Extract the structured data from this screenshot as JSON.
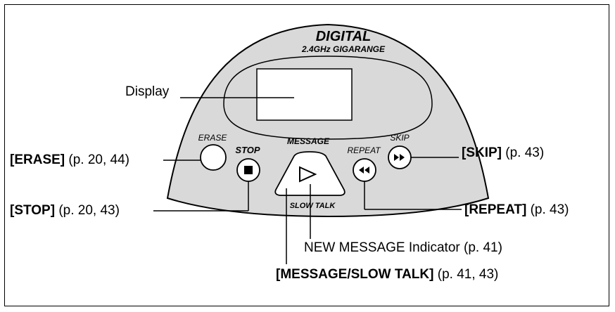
{
  "device": {
    "brand_line1": "DIGITAL",
    "brand_line2": "2.4GHz GIGARANGE",
    "buttons": {
      "erase": "ERASE",
      "stop": "STOP",
      "message": "MESSAGE",
      "slow_talk": "SLOW TALK",
      "repeat": "REPEAT",
      "skip": "SKIP"
    }
  },
  "callouts": {
    "display": {
      "text": "Display"
    },
    "erase": {
      "key": "[ERASE]",
      "ref": " (p. 20, 44)"
    },
    "stop": {
      "key": "[STOP]",
      "ref": " (p. 20, 43)"
    },
    "skip": {
      "key": "[SKIP]",
      "ref": " (p. 43)"
    },
    "repeat": {
      "key": "[REPEAT]",
      "ref": " (p. 43)"
    },
    "new_message": {
      "text": "NEW MESSAGE Indicator (p. 41)"
    },
    "message_slow": {
      "key": "[MESSAGE/SLOW TALK]",
      "ref": " (p. 41, 43)"
    }
  }
}
